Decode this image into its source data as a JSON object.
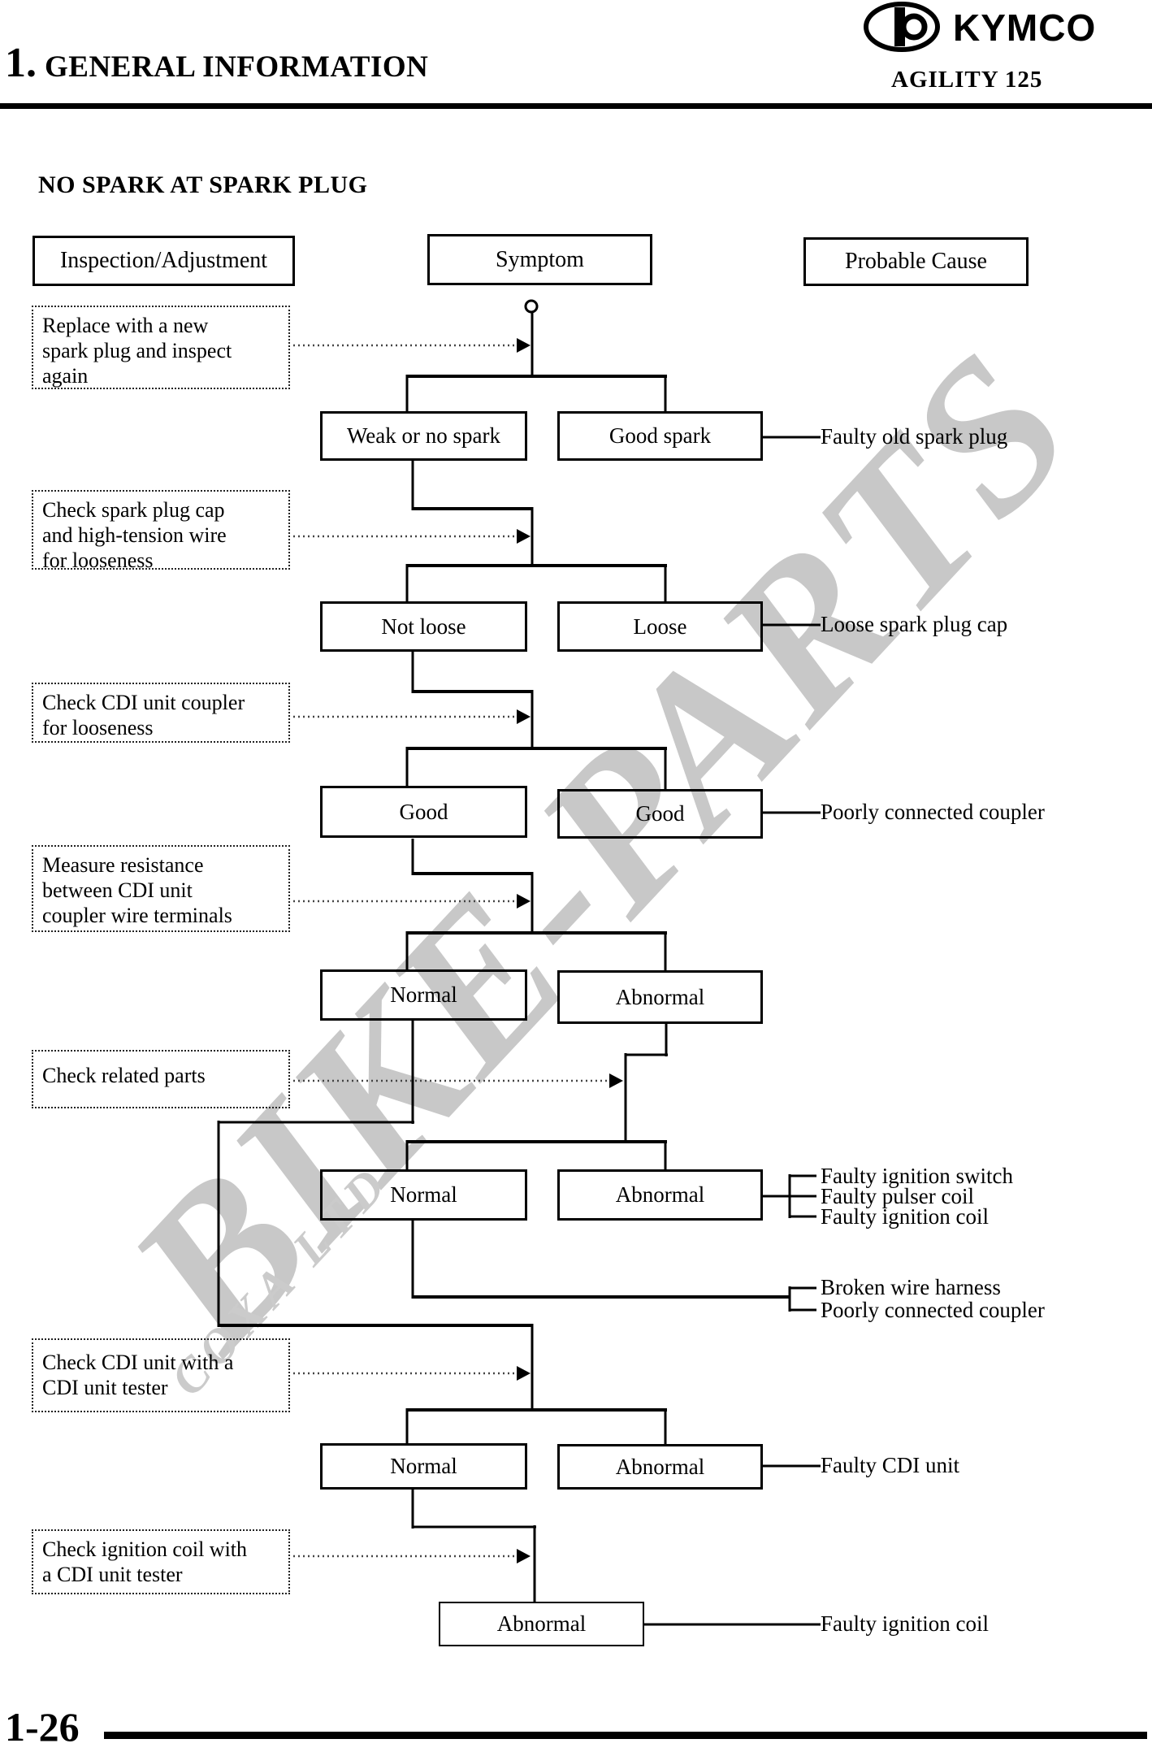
{
  "header": {
    "brand": "KYMCO",
    "chapter_number": "1.",
    "chapter_title": "GENERAL INFORMATION",
    "model": "AGILITY 125"
  },
  "section_title": "NO SPARK AT SPARK PLUG",
  "columns": {
    "inspection": "Inspection/Adjustment",
    "symptom": "Symptom",
    "cause": "Probable Cause"
  },
  "flow": {
    "steps": [
      "Replace with a new\nspark plug and inspect\nagain",
      "Check spark plug cap\nand high-tension wire\nfor looseness",
      "Check CDI unit coupler\nfor looseness",
      "Measure resistance\nbetween CDI unit\ncoupler wire terminals",
      "Check related parts",
      "Check CDI unit with a\nCDI unit tester",
      "Check ignition coil with\na CDI unit tester"
    ],
    "rows": [
      {
        "left": "Weak or no spark",
        "right": "Good spark"
      },
      {
        "left": "Not loose",
        "right": "Loose"
      },
      {
        "left": "Good",
        "right": "Good"
      },
      {
        "left": "Normal",
        "right": "Abnormal"
      },
      {
        "left": "Normal",
        "right": "Abnormal"
      },
      {
        "left": "Normal",
        "right": "Abnormal"
      }
    ],
    "final_symptom": "Abnormal",
    "causes": {
      "spark": "Faulty old spark plug",
      "cap": "Loose spark plug cap",
      "coupler": "Poorly connected coupler",
      "related_abnormal": [
        "Faulty ignition switch",
        "Faulty pulser coil",
        "Faulty ignition coil"
      ],
      "related_normal": [
        "Broken wire harness",
        "Poorly connected coupler"
      ],
      "cdi": "Faulty CDI unit",
      "ignition_coil": "Faulty ignition coil"
    }
  },
  "watermark": {
    "primary": "BIKE-PARTS",
    "secondary": "COXA LTD"
  },
  "footer": {
    "page_number": "1-26"
  }
}
